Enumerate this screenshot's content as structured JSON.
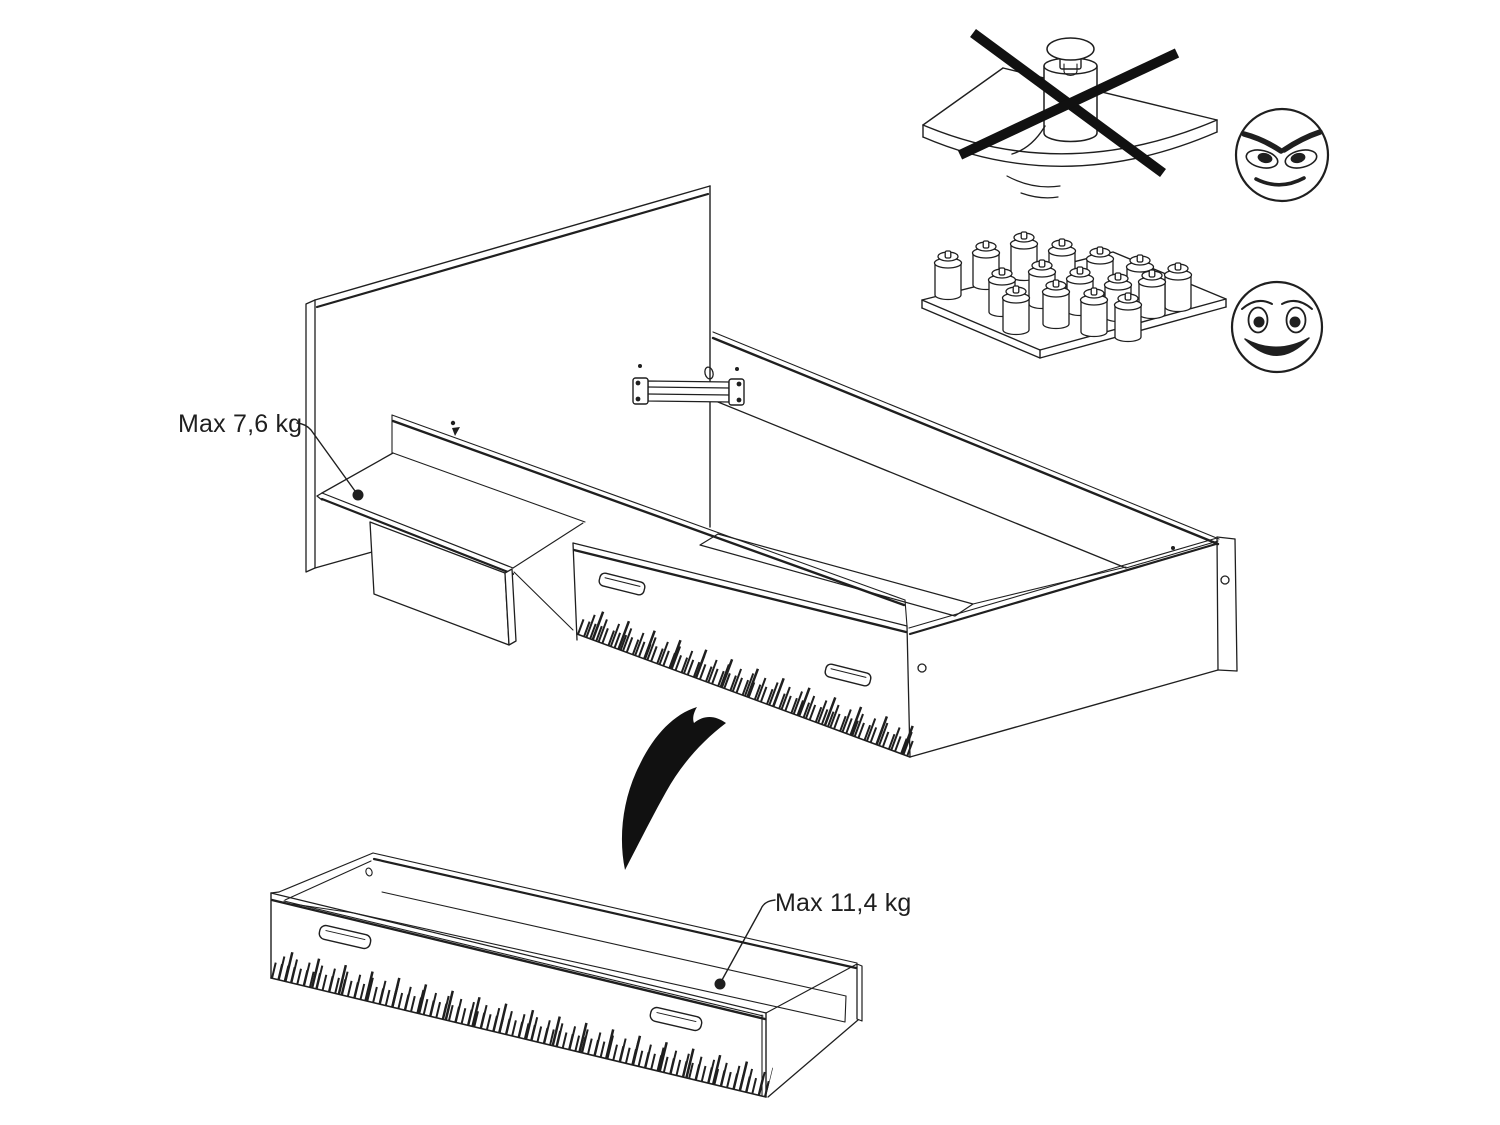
{
  "page": {
    "type": "furniture-assembly-instruction",
    "background": "#ffffff",
    "line_color": "#1f1f1f"
  },
  "annotations": {
    "shelf_weight_limit": "Max 7,6 kg",
    "drawer_weight_limit": "Max 11,4 kg"
  },
  "icons": {
    "prohibited_example": "single-heavy-weight-on-bending-board-crossed-out",
    "prohibited_face": "angry-face",
    "allowed_example": "sixteen-small-weights-distributed-on-board",
    "allowed_face": "happy-face",
    "arrow": "curved-swoosh-arrow"
  }
}
